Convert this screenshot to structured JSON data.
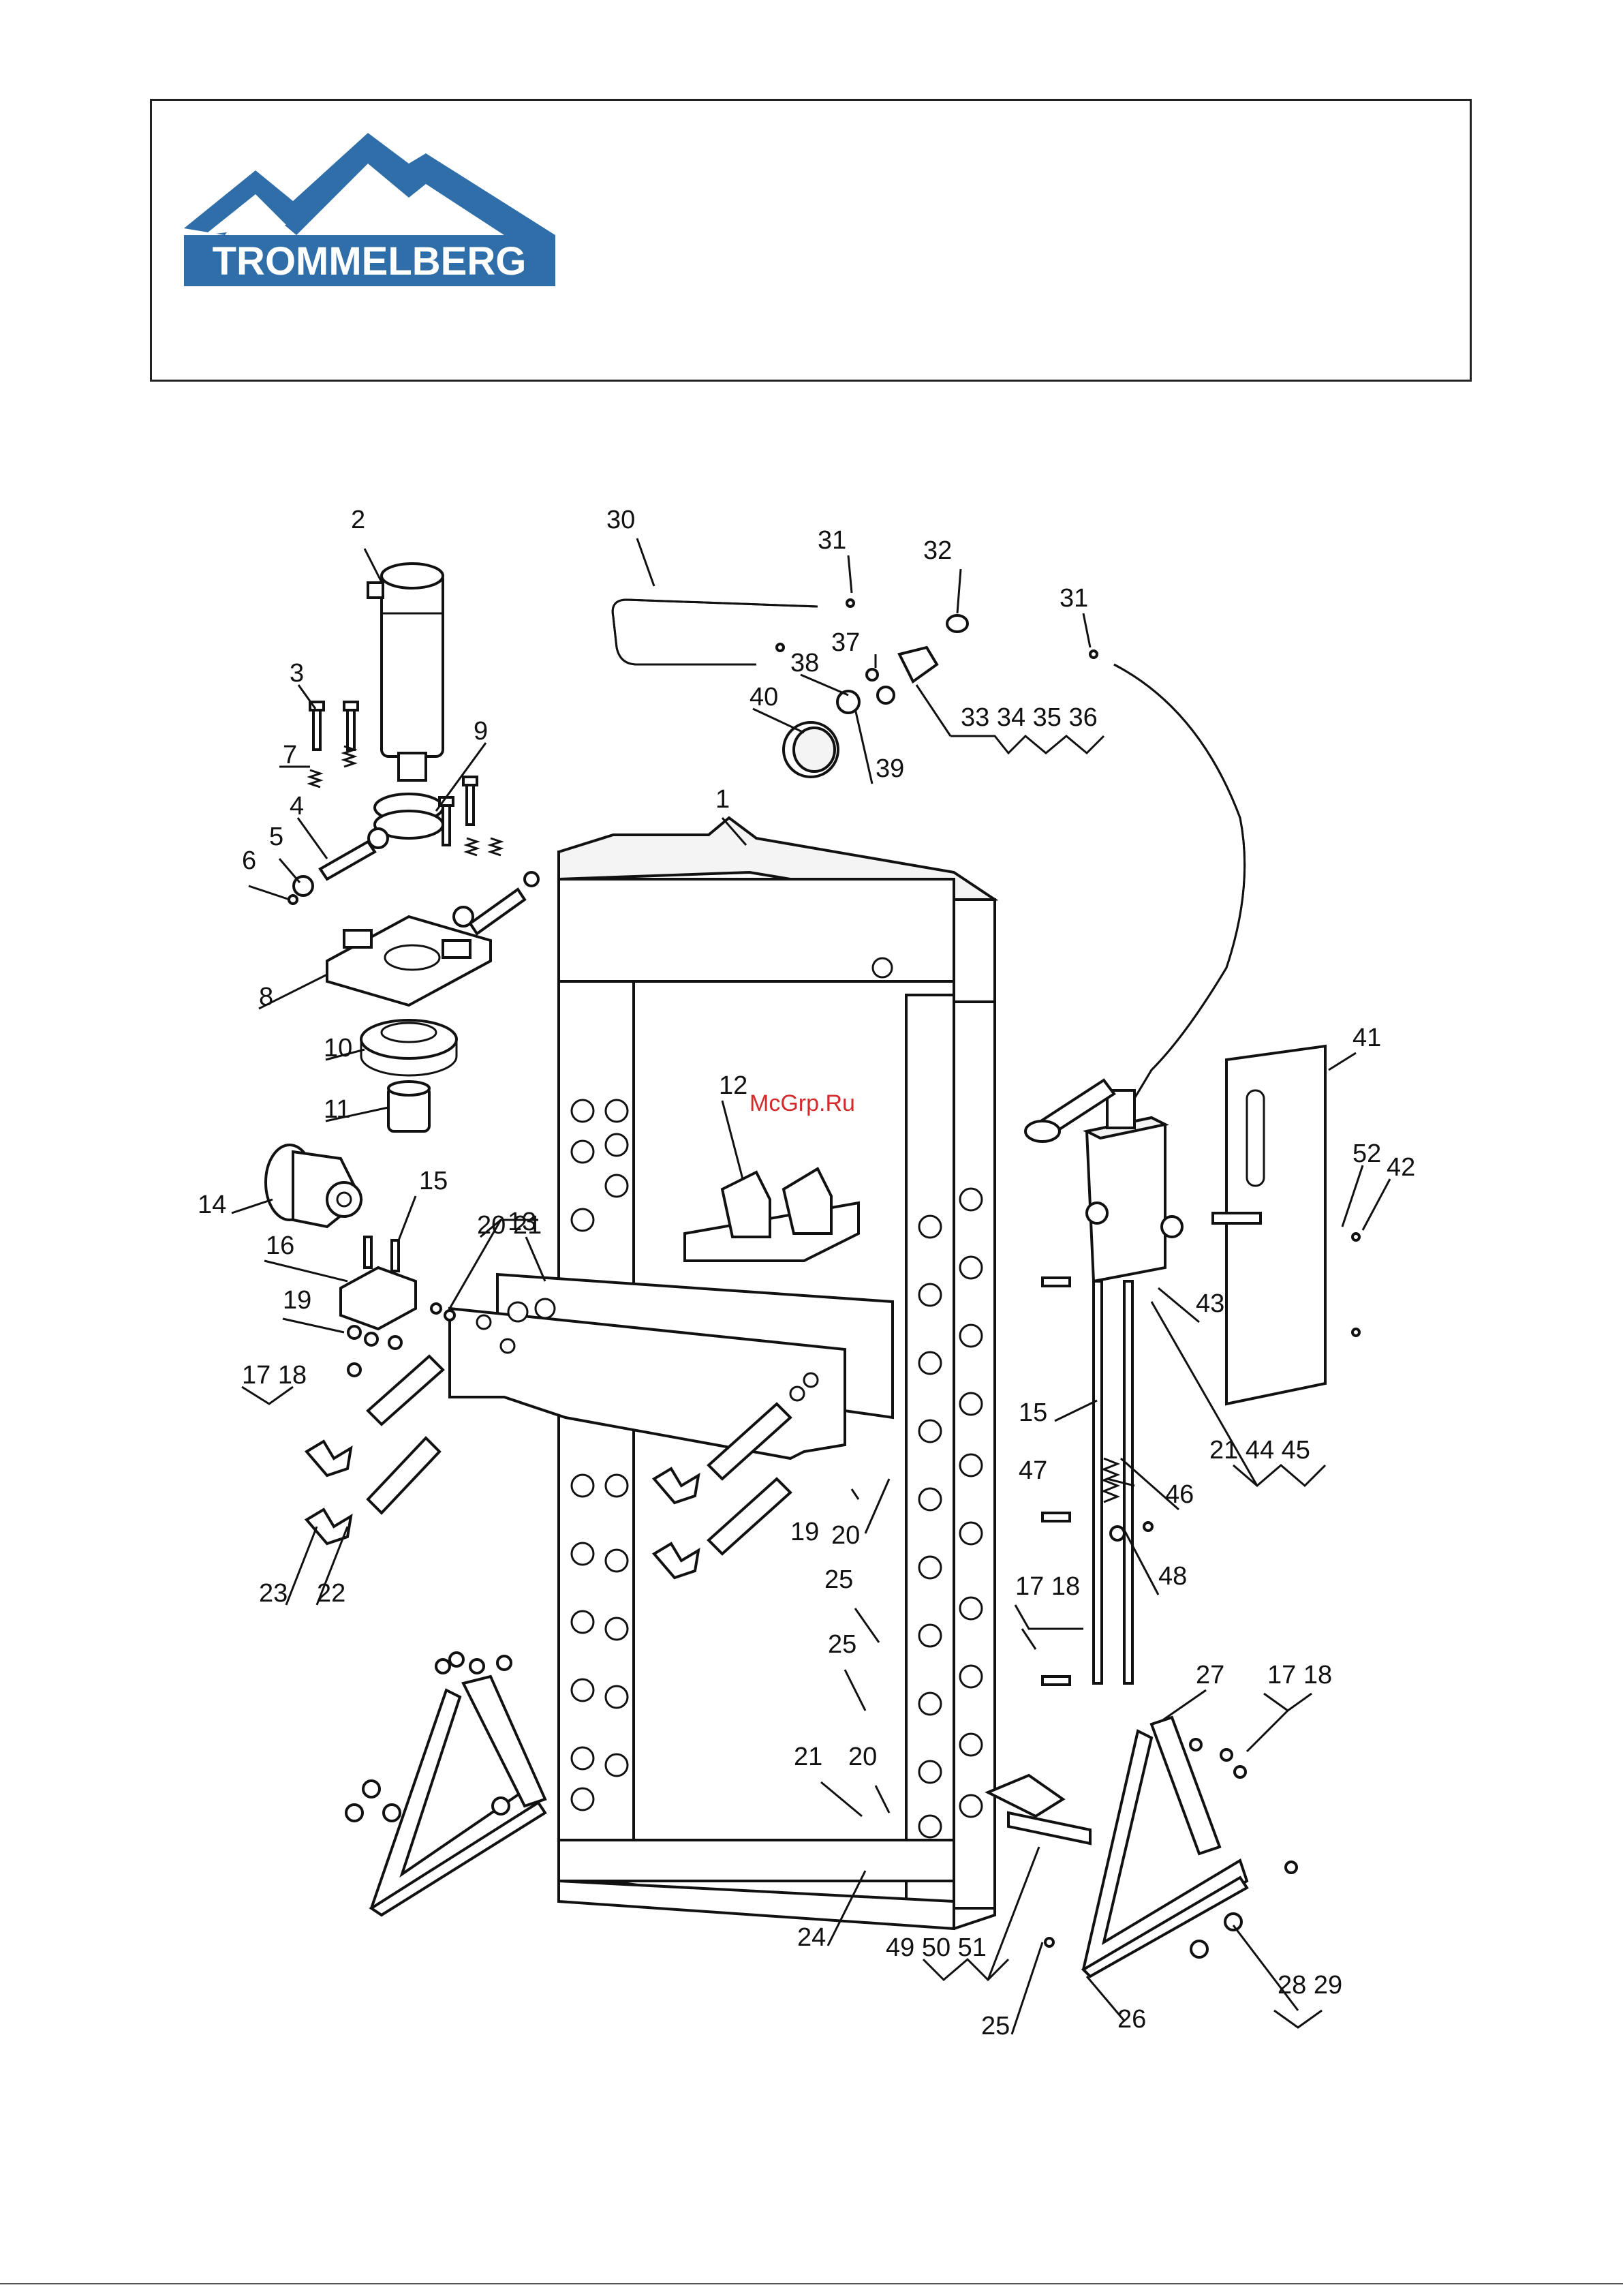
{
  "header": {
    "brand": "TROMMELBERG",
    "logo_colors": {
      "primary": "#2f6ea8",
      "text_bg": "#2f6ea8"
    }
  },
  "watermark": "McGrp.Ru",
  "callouts": [
    {
      "id": "c1",
      "text": "1"
    },
    {
      "id": "c2",
      "text": "2"
    },
    {
      "id": "c3",
      "text": "3"
    },
    {
      "id": "c4",
      "text": "4"
    },
    {
      "id": "c5",
      "text": "5"
    },
    {
      "id": "c6",
      "text": "6"
    },
    {
      "id": "c7",
      "text": "7"
    },
    {
      "id": "c8",
      "text": "8"
    },
    {
      "id": "c9",
      "text": "9"
    },
    {
      "id": "c10",
      "text": "10"
    },
    {
      "id": "c11",
      "text": "11"
    },
    {
      "id": "c12",
      "text": "12"
    },
    {
      "id": "c13",
      "text": "13"
    },
    {
      "id": "c14",
      "text": "14"
    },
    {
      "id": "c15a",
      "text": "15"
    },
    {
      "id": "c16",
      "text": "16"
    },
    {
      "id": "c19a",
      "text": "19"
    },
    {
      "id": "c1718a",
      "text": "17  18"
    },
    {
      "id": "c2021a",
      "text": "20  21"
    },
    {
      "id": "c22",
      "text": "22"
    },
    {
      "id": "c23",
      "text": "23"
    },
    {
      "id": "c19b",
      "text": "19"
    },
    {
      "id": "c20b",
      "text": "20"
    },
    {
      "id": "c25a",
      "text": "25"
    },
    {
      "id": "c25b",
      "text": "25"
    },
    {
      "id": "c21c",
      "text": "21"
    },
    {
      "id": "c20c",
      "text": "20"
    },
    {
      "id": "c24",
      "text": "24"
    },
    {
      "id": "c495051",
      "text": "49  50  51"
    },
    {
      "id": "c25c",
      "text": "25"
    },
    {
      "id": "c26",
      "text": "26"
    },
    {
      "id": "c2829",
      "text": "28  29"
    },
    {
      "id": "c27",
      "text": "27"
    },
    {
      "id": "c1718b",
      "text": "17  18"
    },
    {
      "id": "c1718c",
      "text": "17  18"
    },
    {
      "id": "c48",
      "text": "48"
    },
    {
      "id": "c47",
      "text": "47"
    },
    {
      "id": "c46",
      "text": "46"
    },
    {
      "id": "c15b",
      "text": "15"
    },
    {
      "id": "c214445",
      "text": "21  44  45"
    },
    {
      "id": "c43",
      "text": "43"
    },
    {
      "id": "c41",
      "text": "41"
    },
    {
      "id": "c52",
      "text": "52"
    },
    {
      "id": "c42",
      "text": "42"
    },
    {
      "id": "c30",
      "text": "30"
    },
    {
      "id": "c31a",
      "text": "31"
    },
    {
      "id": "c32",
      "text": "32"
    },
    {
      "id": "c31b",
      "text": "31"
    },
    {
      "id": "c37",
      "text": "37"
    },
    {
      "id": "c38",
      "text": "38"
    },
    {
      "id": "c40",
      "text": "40"
    },
    {
      "id": "c39",
      "text": "39"
    },
    {
      "id": "c33363",
      "text": "33  34  35  36"
    }
  ]
}
